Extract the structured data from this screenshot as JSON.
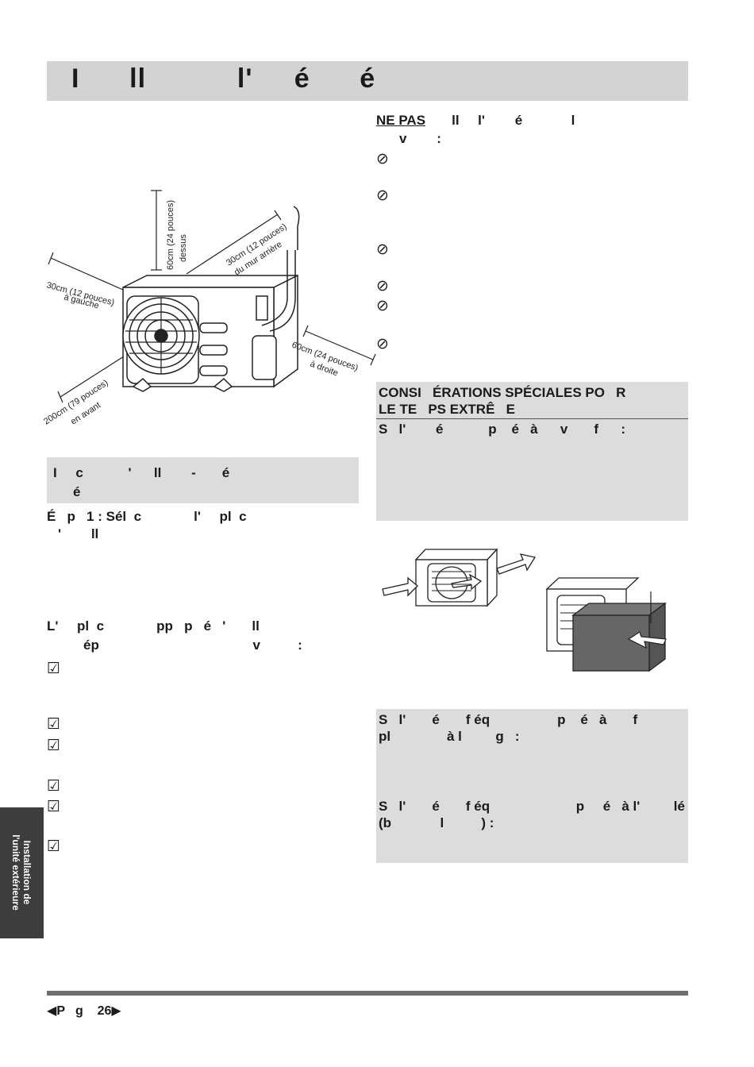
{
  "header": {
    "title": "I      ll           l'     é      é"
  },
  "diagram_labels": {
    "top_1": "60cm (24 pouces)",
    "top_2": "dessus",
    "rear_1": "30cm (12 pouces)",
    "rear_2": "du mur arrière",
    "left_1": "30cm (12 pouces)",
    "left_2": "à gauche",
    "right_1": "60cm (24 pouces)",
    "right_2": "à droite",
    "front_1": "200cm (79 pouces)",
    "front_2": "en avant"
  },
  "left_section": {
    "heading_line1": "I     c            '      ll        -       é",
    "heading_line2": "é",
    "step_line1": "É   p   1 : Sél  c              l'     pl  c",
    "step_line2": "'        ll",
    "location_line1": "L'     pl  c              pp   p   é   '       ll",
    "location_line2": "ép                                         v          :",
    "check_symbol": "☑"
  },
  "right_section": {
    "ne_pas": "NE PAS",
    "ne_pas_rest": "       ll     l'        é             l",
    "ne_pas_line2": "v        :",
    "no_symbol": "⊘"
  },
  "special_box": {
    "line1": "CONSI   ÉRATIONS SPÉCIALES PO   R",
    "line2": "LE TE   PS EXTRÊ   E",
    "sub": "S   l'        é            p    é   à      v       f      :"
  },
  "box2": {
    "line1": "S   l'       é       f éq                  p    é   à       f",
    "line2": "pl               à l         g   :"
  },
  "box3": {
    "line1": "S   l'       é       f éq                       p     é   à l'         lé",
    "line2": "(b             l          ) :"
  },
  "side_tab": {
    "line1": "Installation de",
    "line2": "l'unité extérieure"
  },
  "footer": {
    "prefix": "◀",
    "text": "P   g    26",
    "suffix": "▶"
  }
}
